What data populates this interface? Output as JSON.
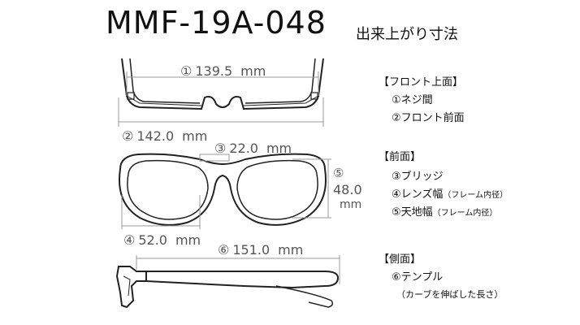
{
  "title": {
    "model": "MMF-19A-048",
    "subtitle": "出来上がり寸法"
  },
  "dimensions": [
    {
      "index": "①",
      "value": "139.5",
      "unit": "mm"
    },
    {
      "index": "②",
      "value": "142.0",
      "unit": "mm"
    },
    {
      "index": "③",
      "value": "22.0",
      "unit": "mm"
    },
    {
      "index": "④",
      "value": "52.0",
      "unit": "mm"
    },
    {
      "index": "⑤",
      "value": "48.0",
      "unit": "mm"
    },
    {
      "index": "⑥",
      "value": "151.0",
      "unit": "mm"
    }
  ],
  "legend": {
    "front_top": {
      "header": "【フロント上面】",
      "items": [
        "①ネジ間",
        "②フロント前面"
      ]
    },
    "front": {
      "header": "【前面】",
      "items": [
        {
          "main": "③ブリッジ",
          "note": ""
        },
        {
          "main": "④レンズ幅",
          "note": "（フレーム内径）"
        },
        {
          "main": "⑤天地幅",
          "note": "（フレーム内径）"
        }
      ]
    },
    "side": {
      "header": "【側面】",
      "items": [
        "⑥テンプル"
      ],
      "note": "（カーブを伸ばした長さ）"
    }
  },
  "colors": {
    "frame": "#222222",
    "dimension_line": "#999999",
    "text_dim": "#555555"
  }
}
